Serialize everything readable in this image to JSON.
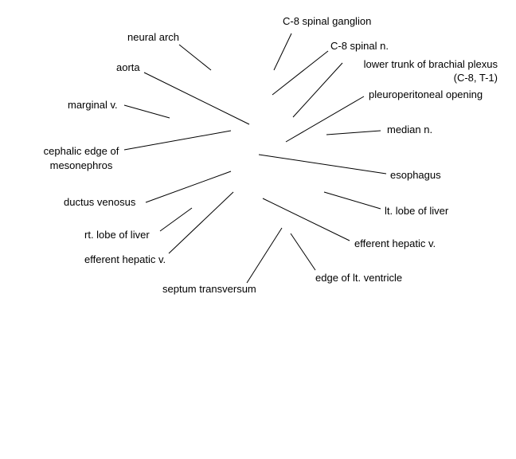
{
  "diagram": {
    "labels": [
      {
        "id": "c8-spinal-ganglion",
        "lines": [
          "C-8 spinal ganglion"
        ]
      },
      {
        "id": "neural-arch",
        "lines": [
          "neural arch"
        ]
      },
      {
        "id": "c8-spinal-n",
        "lines": [
          "C-8 spinal n."
        ]
      },
      {
        "id": "aorta",
        "lines": [
          "aorta"
        ]
      },
      {
        "id": "lower-trunk-brachial-plexus",
        "lines": [
          "lower trunk of brachial plexus",
          "(C-8, T-1)"
        ]
      },
      {
        "id": "pleuroperitoneal-opening",
        "lines": [
          "pleuroperitoneal opening"
        ]
      },
      {
        "id": "marginal-v",
        "lines": [
          "marginal v."
        ]
      },
      {
        "id": "median-n",
        "lines": [
          "median n."
        ]
      },
      {
        "id": "cephalic-edge-mesonephros",
        "lines": [
          "cephalic edge of",
          "mesonephros"
        ]
      },
      {
        "id": "esophagus",
        "lines": [
          "esophagus"
        ]
      },
      {
        "id": "ductus-venosus",
        "lines": [
          "ductus venosus"
        ]
      },
      {
        "id": "lt-lobe-of-liver",
        "lines": [
          "lt. lobe of liver"
        ]
      },
      {
        "id": "rt-lobe-of-liver",
        "lines": [
          "rt. lobe of liver"
        ]
      },
      {
        "id": "efferent-hepatic-v-right",
        "lines": [
          "efferent hepatic v."
        ]
      },
      {
        "id": "efferent-hepatic-v-left",
        "lines": [
          "efferent hepatic v."
        ]
      },
      {
        "id": "edge-of-lt-ventricle",
        "lines": [
          "edge of lt. ventricle"
        ]
      },
      {
        "id": "septum-transversum",
        "lines": [
          "septum transversum"
        ]
      }
    ]
  }
}
